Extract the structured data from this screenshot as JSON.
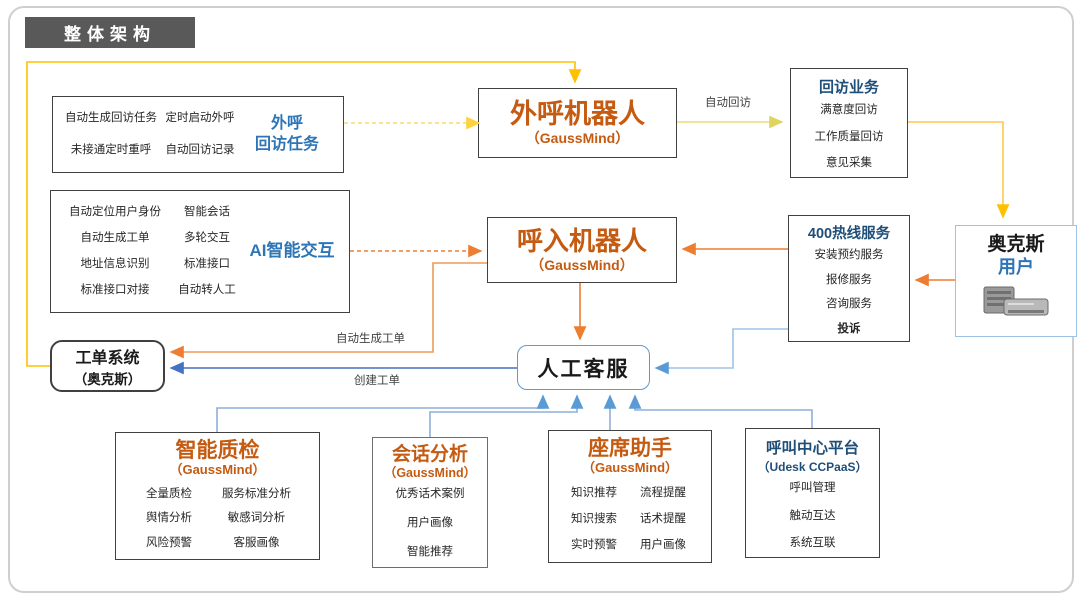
{
  "page": {
    "title_badge": "整体架构"
  },
  "colors": {
    "badge_bg": "#595959",
    "yellow_arrow": "#FFC000",
    "pale_yellow_arrow": "#E8DC78",
    "dashed_yellow_arrow": "#FFD966",
    "orange_arrow": "#ED7D31",
    "blue_arrow": "#5B9BD5",
    "royal_blue_arrow": "#4472C4",
    "label_blue": "#2E75B6",
    "heading_navy": "#1F4E79",
    "heading_orange": "#C55A11"
  },
  "boxes": {
    "outbound_tasks": {
      "col1": [
        "自动生成回访任务",
        "未接通定时重呼"
      ],
      "col2": [
        "定时启动外呼",
        "自动回访记录"
      ],
      "label_line1": "外呼",
      "label_line2": "回访任务"
    },
    "outbound_robot": {
      "title": "外呼机器人",
      "subtitle": "（GaussMind）"
    },
    "callback_business": {
      "title": "回访业务",
      "items": [
        "满意度回访",
        "工作质量回访",
        "意见采集"
      ]
    },
    "ai_interaction": {
      "col1": [
        "自动定位用户身份",
        "自动生成工单",
        "地址信息识别",
        "标准接口对接"
      ],
      "col2": [
        "智能会话",
        "多轮交互",
        "标准接口",
        "自动转人工"
      ],
      "label": "AI智能交互"
    },
    "inbound_robot": {
      "title": "呼入机器人",
      "subtitle": "（GaussMind）"
    },
    "hotline_400": {
      "title": "400热线服务",
      "items": [
        "安装预约服务",
        "报修服务",
        "咨询服务"
      ],
      "bold_item": "投诉"
    },
    "aux_user": {
      "line1": "奥克斯",
      "line2": "用户"
    },
    "ticket_system": {
      "line1": "工单系统",
      "line2": "（奥克斯）"
    },
    "human_agent": {
      "title": "人工客服"
    },
    "quality_inspection": {
      "title": "智能质检",
      "subtitle": "（GaussMind）",
      "col1": [
        "全量质检",
        "舆情分析",
        "风险预警"
      ],
      "col2": [
        "服务标准分析",
        "敏感词分析",
        "客服画像"
      ]
    },
    "conversation_analysis": {
      "title": "会话分析",
      "subtitle": "（GaussMind）",
      "items": [
        "优秀话术案例",
        "用户画像",
        "智能推荐"
      ]
    },
    "agent_assistant": {
      "title": "座席助手",
      "subtitle": "（GaussMind）",
      "col1": [
        "知识推荐",
        "知识搜索",
        "实时预警"
      ],
      "col2": [
        "流程提醒",
        "话术提醒",
        "用户画像"
      ]
    },
    "call_center_platform": {
      "title": "呼叫中心平台",
      "subtitle": "（Udesk CCPaaS）",
      "items": [
        "呼叫管理",
        "触动互达",
        "系统互联"
      ]
    }
  },
  "arrow_labels": {
    "auto_callback": "自动回访",
    "auto_ticket": "自动生成工单",
    "create_ticket": "创建工单"
  }
}
